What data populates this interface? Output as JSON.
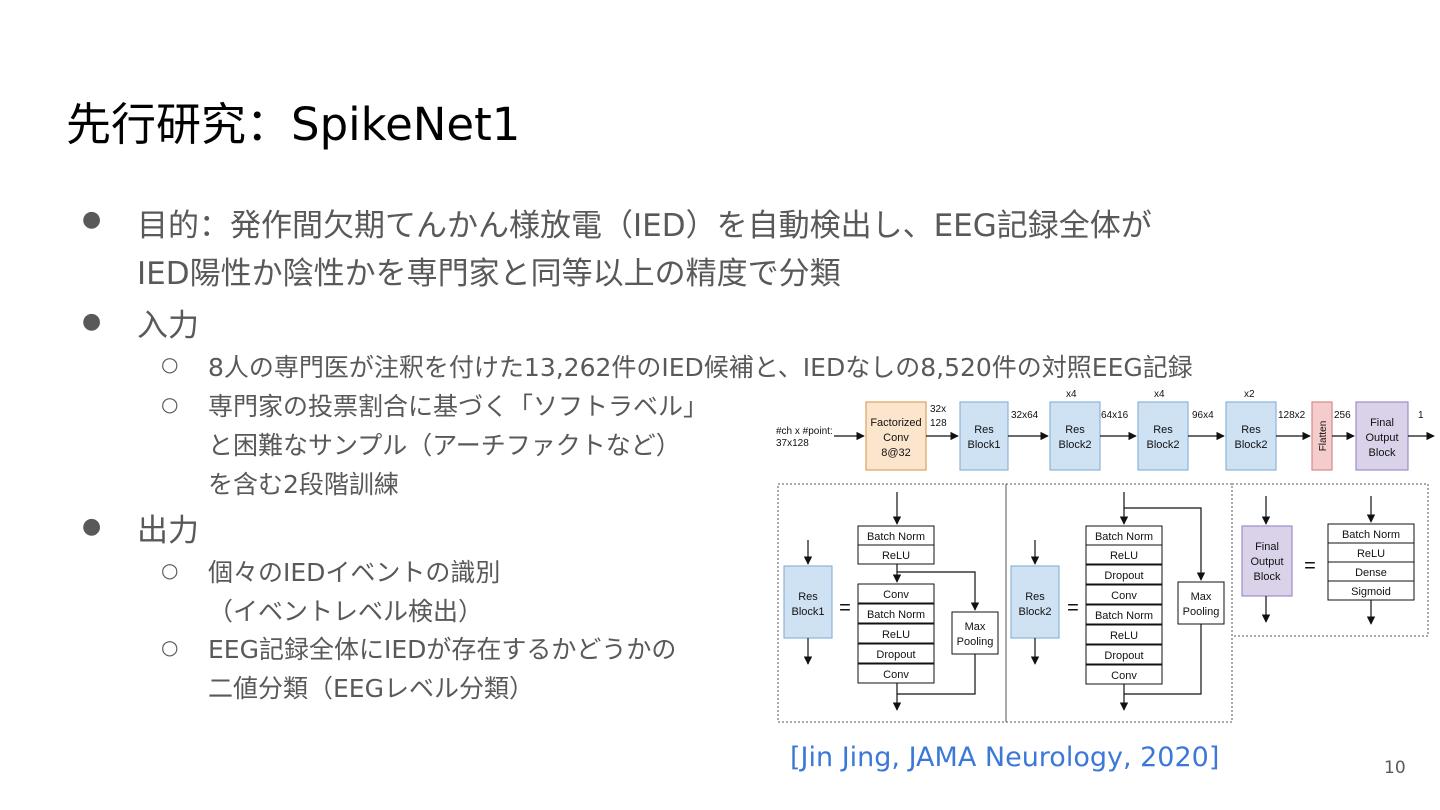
{
  "slide": {
    "title": "先行研究：SpikeNet1",
    "bullets": {
      "purpose_line1": "目的：発作間欠期てんかん様放電（IED）を自動検出し、EEG記録全体が",
      "purpose_line2": "IED陽性か陰性かを専門家と同等以上の精度で分類",
      "input": "入力",
      "input_sub1": "8人の専門医が注釈を付けた13,262件のIED候補と、IEDなしの8,520件の対照EEG記録",
      "input_sub2_line1": "専門家の投票割合に基づく「ソフトラベル」",
      "input_sub2_line2": "と困難なサンプル（アーチファクトなど）",
      "input_sub2_line3": "を含む2段階訓練",
      "output": "出力",
      "output_sub1_line1": "個々のIEDイベントの識別",
      "output_sub1_line2": "（イベントレベル検出）",
      "output_sub2_line1": "EEG記録全体にIEDが存在するかどうかの",
      "output_sub2_line2": "二値分類（EEGレベル分類）"
    },
    "citation": "[Jin Jing, JAMA Neurology, 2020]",
    "page_number": "10"
  },
  "diagram": {
    "input_label_1": "#ch x #point:",
    "input_label_2": "37x128",
    "factorized_conv": [
      "Factorized",
      "Conv",
      "8@32"
    ],
    "fc_out_1": "32x",
    "fc_out_2": "128",
    "res_block1": [
      "Res",
      "Block1"
    ],
    "res_block2": [
      "Res",
      "Block2"
    ],
    "final_output_block": [
      "Final",
      "Output",
      "Block"
    ],
    "flatten": "Flatten",
    "dims": [
      "32x64",
      "64x16",
      "96x4",
      "128x2",
      "256",
      "1"
    ],
    "repeats": [
      "x4",
      "x4",
      "x2"
    ],
    "batch_norm": "Batch Norm",
    "relu": "ReLU",
    "conv": "Conv",
    "dropout": "Dropout",
    "max_pooling": [
      "Max",
      "Pooling"
    ],
    "dense": "Dense",
    "sigmoid": "Sigmoid",
    "equals": "=",
    "colors": {
      "conv_fill": "#fce5cd",
      "conv_stroke": "#d6a35c",
      "res_fill": "#cfe2f3",
      "res_stroke": "#8eb5d8",
      "flatten_fill": "#f4cccc",
      "flatten_stroke": "#d58a8a",
      "final_fill": "#d9d2e9",
      "final_stroke": "#a08cc8"
    }
  }
}
